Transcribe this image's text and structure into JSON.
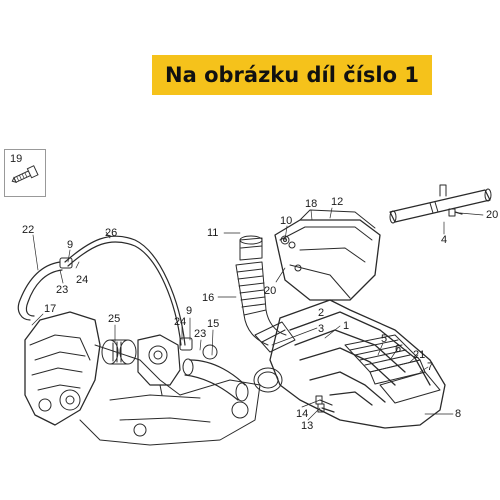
{
  "banner": {
    "text": "Na obrázku díl číslo 1",
    "color": "#f5c21b"
  },
  "legend": {
    "number": "19",
    "icon": "screw-icon"
  },
  "diagram": {
    "callouts": [
      {
        "id": "c-26",
        "text": "26"
      },
      {
        "id": "c-22",
        "text": "22"
      },
      {
        "id": "c-9a",
        "text": "9"
      },
      {
        "id": "c-24a",
        "text": "24"
      },
      {
        "id": "c-23a",
        "text": "23"
      },
      {
        "id": "c-17",
        "text": "17"
      },
      {
        "id": "c-25",
        "text": "25"
      },
      {
        "id": "c-9b",
        "text": "9"
      },
      {
        "id": "c-24b",
        "text": "24"
      },
      {
        "id": "c-23b",
        "text": "23"
      },
      {
        "id": "c-15",
        "text": "15"
      },
      {
        "id": "c-10",
        "text": "10"
      },
      {
        "id": "c-18",
        "text": "18"
      },
      {
        "id": "c-12",
        "text": "12"
      },
      {
        "id": "c-11",
        "text": "11"
      },
      {
        "id": "c-20a",
        "text": "20"
      },
      {
        "id": "c-16",
        "text": "16"
      },
      {
        "id": "c-2",
        "text": "2"
      },
      {
        "id": "c-3",
        "text": "3"
      },
      {
        "id": "c-1",
        "text": "1"
      },
      {
        "id": "c-20b",
        "text": "20"
      },
      {
        "id": "c-4",
        "text": "4"
      },
      {
        "id": "c-5",
        "text": "5"
      },
      {
        "id": "c-6",
        "text": "6"
      },
      {
        "id": "c-21",
        "text": "21"
      },
      {
        "id": "c-7",
        "text": "7"
      },
      {
        "id": "c-8",
        "text": "8"
      },
      {
        "id": "c-14",
        "text": "14"
      },
      {
        "id": "c-13",
        "text": "13"
      }
    ]
  }
}
